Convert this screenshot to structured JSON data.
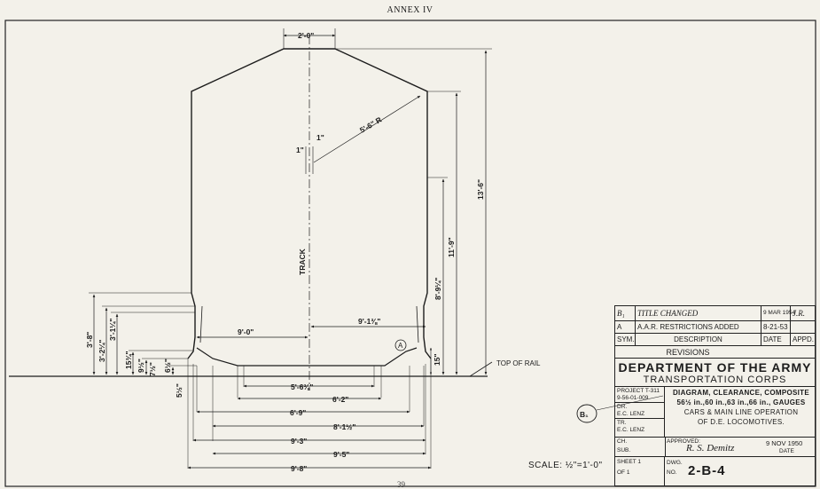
{
  "header": {
    "annex": "ANNEX IV"
  },
  "page_number": "39",
  "scale": "SCALE: ½\"=1'-0\"",
  "drawing": {
    "track_label": "TRACK",
    "top_of_rail": "TOP OF RAIL",
    "dims": {
      "top_width": "2'-0\"",
      "radius": "5'-6\" R",
      "small_a": "1\"",
      "small_b": "1\"",
      "h_13_6": "13'-6\"",
      "h_11_9": "11'-9\"",
      "h_8_9": "8'-9¼\"",
      "h_15": "15\"",
      "half_9_1": "9'-1⅜\"",
      "half_9_0": "9'-0\"",
      "w_5_6": "5'-6⅜\"",
      "w_6_2": "6'-2\"",
      "w_6_9": "6'-9\"",
      "w_8_1": "8'-1½\"",
      "w_9_3": "9'-3\"",
      "w_9_5": "9'-5\"",
      "w_9_8": "9'-8\"",
      "l_3_8": "3'-8\"",
      "l_3_2": "3'-2¼\"",
      "l_3_1": "3'-1¼\"",
      "l_15": "15¾\"",
      "l_9": "9½\"",
      "l_7": "7½\"",
      "l_6": "6½\"",
      "l_5": "5½\""
    },
    "revision_marker": "A",
    "callout_marker": "B₁"
  },
  "title_block": {
    "revisions": [
      {
        "sym": "B₁",
        "description": "TITLE CHANGED",
        "date": "9 MAR 1954",
        "appd": "J.R."
      },
      {
        "sym": "A",
        "description": "A.A.R. RESTRICTIONS ADDED",
        "date": "8-21-53",
        "appd": ""
      }
    ],
    "col_sym": "SYM.",
    "col_description": "DESCRIPTION",
    "col_date": "DATE",
    "col_appd": "APPD.",
    "revisions_label": "REVISIONS",
    "department": "DEPARTMENT OF THE ARMY",
    "corps": "TRANSPORTATION CORPS",
    "project_label": "PROJECT T-311",
    "project_no": "9-56-01-009",
    "dr_label": "DR.",
    "dr_name": "E.C. LENZ",
    "tr_label": "TR.",
    "tr_name": "E.C. LENZ",
    "ch_label": "CH.",
    "sub_label": "SUB.",
    "title_line1": "DIAGRAM, CLEARANCE, COMPOSITE",
    "title_line2": "56½ in.,60 in.,63 in.,66 in., GAUGES",
    "title_line3": "CARS & MAIN LINE OPERATION",
    "title_line4": "OF D.E. LOCOMOTIVES.",
    "approved_label": "APPROVED:",
    "approved_sig": "R. S. Demitz",
    "approved_date": "9 NOV 1950",
    "date_label": "DATE",
    "sheet_label": "SHEET",
    "sheet_value": "1",
    "of_label": "OF",
    "of_value": "1",
    "dwg_label": "DWG.",
    "no_label": "NO.",
    "dwg_no": "2-B-4"
  }
}
